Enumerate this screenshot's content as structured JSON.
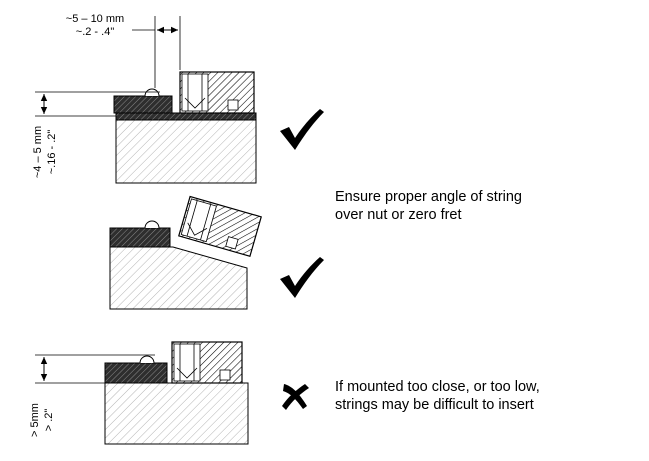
{
  "figure_1": {
    "gap_label_mm": "~5 – 10 mm",
    "gap_label_in": "~.2 - .4\"",
    "height_label_mm": "~4 – 5 mm",
    "height_label_in": "~.16 - .2\"",
    "verdict": "check-icon"
  },
  "figure_2": {
    "verdict": "check-icon"
  },
  "figure_3": {
    "height_label_mm": "> 5mm",
    "height_label_in": "> .2\"",
    "verdict": "cross-icon"
  },
  "notes": {
    "angle_line1": "Ensure proper angle of string",
    "angle_line2": "over nut or zero fret",
    "mount_line1": "If mounted too close, or too low,",
    "mount_line2": "strings may be difficult to insert"
  },
  "colors": {
    "ink": "#000000",
    "hatch": "#9a9a9a",
    "nut": "#444444"
  }
}
